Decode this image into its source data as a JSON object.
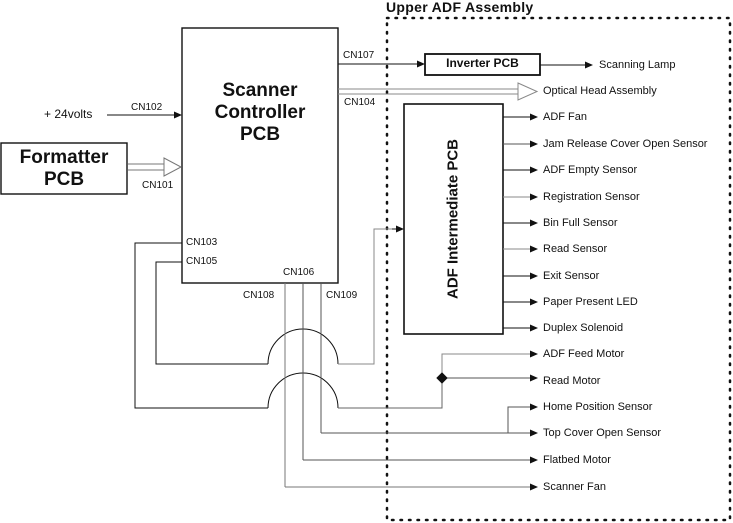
{
  "assembly_title": "Upper  ADF  Assembly",
  "scanner_controller": {
    "line1": "Scanner",
    "line2": "Controller",
    "line3": "PCB"
  },
  "formatter": {
    "line1": "Formatter",
    "line2": "PCB"
  },
  "inverter": "Inverter PCB",
  "adf_intermediate": "ADF Intermediate PCB",
  "power_input": "+ 24volts",
  "connectors": {
    "cn101": "CN101",
    "cn102": "CN102",
    "cn103": "CN103",
    "cn104": "CN104",
    "cn105": "CN105",
    "cn106": "CN106",
    "cn107": "CN107",
    "cn108": "CN108",
    "cn109": "CN109"
  },
  "outputs": {
    "scanning_lamp": "Scanning  Lamp",
    "optical_head": "Optical Head Assembly"
  },
  "adf_components": [
    "ADF Fan",
    "Jam Release Cover Open Sensor",
    "ADF Empty Sensor",
    "Registration Sensor",
    "Bin Full Sensor",
    "Read Sensor",
    "Exit Sensor",
    "Paper Present LED",
    "Duplex Solenoid"
  ],
  "motor_components": [
    "ADF Feed Motor",
    "Read Motor",
    "Home Position Sensor",
    "Top Cover Open Sensor",
    "Flatbed Motor",
    "Scanner Fan"
  ]
}
